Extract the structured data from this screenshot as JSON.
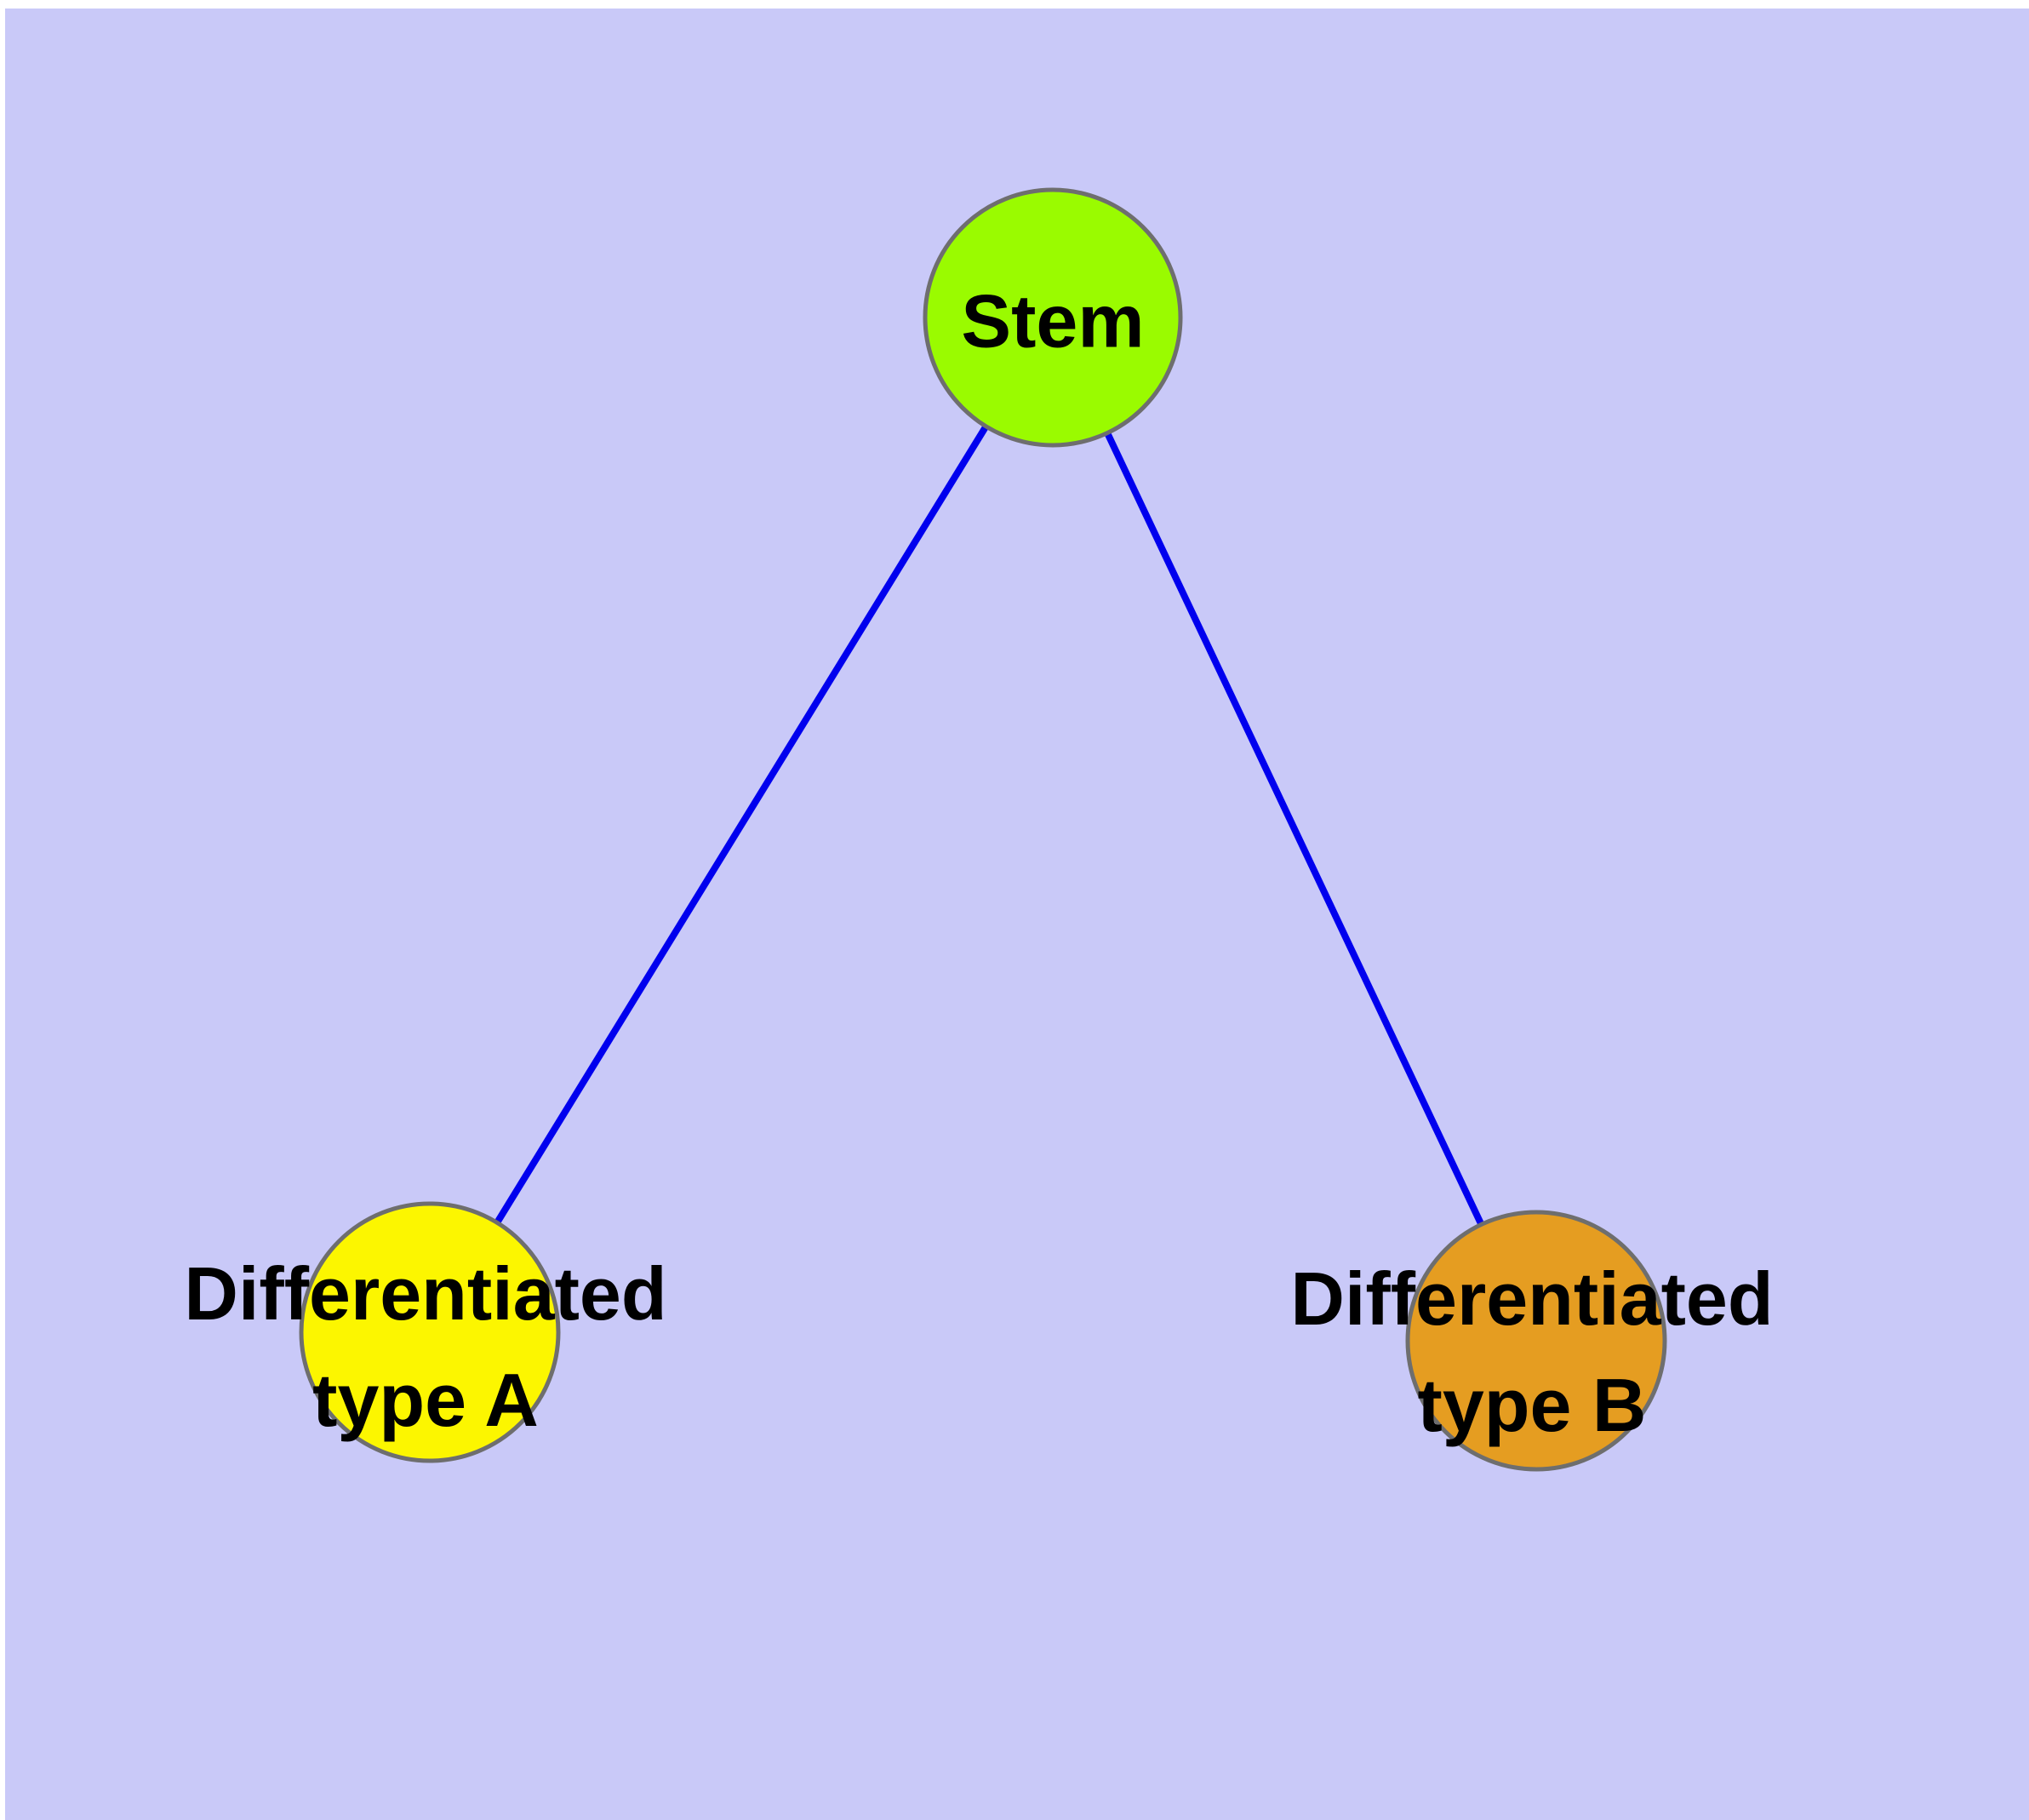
{
  "canvas": {
    "background_color": "#C9C9F8",
    "margin_color": "#FFFFFF"
  },
  "diagram": {
    "edge_color": "#0000EE",
    "node_border_color": "#6E6E6E",
    "label_color": "#000000",
    "nodes": [
      {
        "id": "stem",
        "fill": "#9AFB00",
        "label_lines": [
          "Stem"
        ]
      },
      {
        "id": "differentiated-type-a",
        "fill": "#FCF600",
        "label_lines": [
          "Differentiated",
          "type A"
        ]
      },
      {
        "id": "differentiated-type-b",
        "fill": "#E59D21",
        "label_lines": [
          "Differentiated",
          "type B"
        ]
      }
    ],
    "edges": [
      {
        "from": "stem",
        "to": "differentiated-type-a"
      },
      {
        "from": "stem",
        "to": "differentiated-type-b"
      }
    ]
  }
}
